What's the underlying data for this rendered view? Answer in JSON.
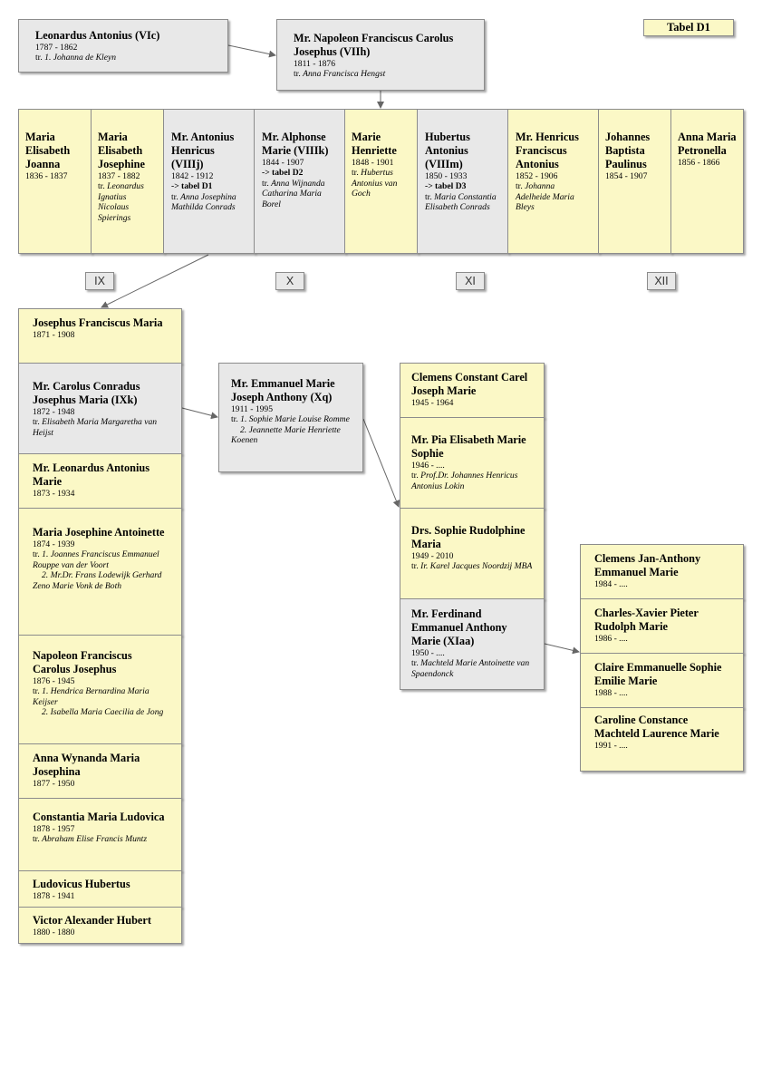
{
  "table_title": "Tabel D1",
  "generation_labels": [
    "IX",
    "X",
    "XI",
    "XII"
  ],
  "parents": {
    "father": {
      "name": "Leonardus Antonius (VIc)",
      "years": "1787 - 1862",
      "spouse_prefix": "tr.",
      "spouse": "1. Johanna de Kleyn"
    },
    "son": {
      "name": "Mr. Napoleon Franciscus Carolus Josephus (VIIh)",
      "years": "1811 - 1876",
      "spouse_prefix": "tr.",
      "spouse": "Anna Francisca Hengst"
    }
  },
  "children": [
    {
      "name": "Maria Elisabeth Joanna",
      "years": "1836 - 1837"
    },
    {
      "name": "Maria Elisabeth Josephine",
      "years": "1837 - 1882",
      "spouse_prefix": "tr.",
      "spouse": "Leonardus Ignatius Nicolaus Spierings"
    },
    {
      "name": "Mr. Antonius Henricus (VIIIj)",
      "years": "1842 - 1912",
      "ref": "-> tabel D1",
      "spouse_prefix": "tr.",
      "spouse": "Anna Josephina Mathilda Conrads"
    },
    {
      "name": "Mr. Alphonse Marie (VIIIk)",
      "years": "1844 - 1907",
      "ref": "-> tabel D2",
      "spouse_prefix": "tr.",
      "spouse": "Anna Wijnanda Catharina Maria Borel"
    },
    {
      "name": "Marie Henriette",
      "years": "1848 - 1901",
      "spouse_prefix": "tr.",
      "spouse": "Hubertus Antonius van Goch"
    },
    {
      "name": "Hubertus Antonius (VIIIm)",
      "years": "1850 - 1933",
      "ref": "-> tabel D3",
      "spouse_prefix": "tr.",
      "spouse": "Maria Constantia Elisabeth Conrads"
    },
    {
      "name": "Mr. Henricus Franciscus Antonius",
      "years": "1852 - 1906",
      "spouse_prefix": "tr.",
      "spouse": "Johanna Adelheide Maria Bleys"
    },
    {
      "name": "Johannes Baptista Paulinus",
      "years": "1854 - 1907"
    },
    {
      "name": "Anna Maria Petronella",
      "years": "1856 - 1866"
    }
  ],
  "gen_ix": [
    {
      "name": "Josephus Franciscus Maria",
      "years": "1871 - 1908"
    },
    {
      "name": "Mr. Carolus Conradus Josephus Maria (IXk)",
      "years": "1872 - 1948",
      "spouse_prefix": "tr.",
      "spouse": "Elisabeth Maria Margaretha van Heijst"
    },
    {
      "name": "Mr. Leonardus Antonius Marie",
      "years": "1873 - 1934"
    },
    {
      "name": "Maria Josephine Antoinette",
      "years": "1874 - 1939",
      "spouse_prefix": "tr.",
      "spouse": "1. Joannes Franciscus Emmanuel Rouppe van der Voort",
      "spouse2": "2. Mr.Dr. Frans Lodewijk Gerhard Zeno Marie Vonk de Both"
    },
    {
      "name": "Napoleon Franciscus Carolus Josephus",
      "years": "1876 - 1945",
      "spouse_prefix": "tr.",
      "spouse": "1. Hendrica Bernardina Maria Keijser",
      "spouse2": "2. Isabella Maria Caecilia de Jong"
    },
    {
      "name": "Anna Wynanda Maria Josephina",
      "years": "1877 - 1950"
    },
    {
      "name": "Constantia Maria Ludovica",
      "years": "1878 - 1957",
      "spouse_prefix": "tr.",
      "spouse": "Abraham Elise Francis Muntz"
    },
    {
      "name": "Ludovicus Hubertus",
      "years": "1878 - 1941"
    },
    {
      "name": "Victor Alexander Hubert",
      "years": "1880 - 1880"
    }
  ],
  "gen_x": {
    "name": "Mr. Emmanuel Marie Joseph Anthony (Xq)",
    "years": "1911 - 1995",
    "spouse_prefix": "tr.",
    "spouse": "1. Sophie Marie Louise Romme",
    "spouse2": "2. Jeannette Marie Henriette Koenen"
  },
  "gen_xi": [
    {
      "name": "Clemens Constant Carel Joseph Marie",
      "years": "1945 - 1964"
    },
    {
      "name": "Mr. Pia Elisabeth Marie Sophie",
      "years": "1946 - ....",
      "spouse_prefix": "tr.",
      "spouse": "Prof.Dr. Johannes Henricus Antonius Lokin"
    },
    {
      "name": "Drs. Sophie Rudolphine Maria",
      "years": "1949 - 2010",
      "spouse_prefix": "tr.",
      "spouse": "Ir. Karel Jacques Noordzij MBA"
    },
    {
      "name": "Mr. Ferdinand Emmanuel Anthony Marie (XIaa)",
      "years": "1950 - ....",
      "spouse_prefix": "tr.",
      "spouse": "Machteld Marie Antoinette van Spaendonck"
    }
  ],
  "gen_xii": [
    {
      "name": "Clemens Jan-Anthony Emmanuel Marie",
      "years": "1984 - ...."
    },
    {
      "name": "Charles-Xavier Pieter Rudolph Marie",
      "years": "1986 - ...."
    },
    {
      "name": "Claire Emmanuelle Sophie Emilie Marie",
      "years": "1988 - ...."
    },
    {
      "name": "Caroline Constance Machteld Laurence Marie",
      "years": "1991 - ...."
    }
  ]
}
